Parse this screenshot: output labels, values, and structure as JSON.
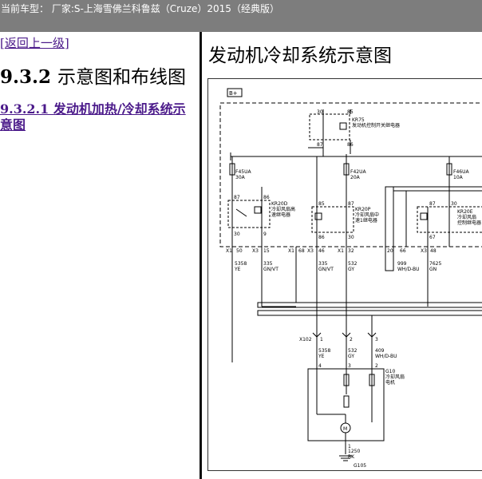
{
  "header": {
    "vehicle_text": "当前车型： 厂家:S-上海雪佛兰科鲁兹（Cruze）2015（经典版）"
  },
  "nav": {
    "bracket_open": "[",
    "back_label": "返回上一级",
    "bracket_close": "]"
  },
  "section": {
    "number": "9.3.2",
    "title": "示意图和布线图",
    "subsection_link": "9.3.2.1 发动机加热/冷却系统示意图"
  },
  "content": {
    "title": "发动机冷却系统示意图"
  },
  "diagram": {
    "battery_label": "B+",
    "relays": {
      "kr75": {
        "id": "KR75",
        "name_line1": "发动机控制开关继电器",
        "pins": [
          "30",
          "85",
          "87",
          "86"
        ]
      },
      "kr20d": {
        "id": "KR20D",
        "name_line1": "冷却风扇高",
        "name_line2": "速继电器",
        "pins": [
          "87",
          "86",
          "30",
          "9"
        ]
      },
      "kr20p": {
        "id": "KR20P",
        "name_line1": "冷却风扇中",
        "name_line2": "速1继电器",
        "pins": [
          "85",
          "87",
          "86",
          "30"
        ]
      },
      "kr20e": {
        "id": "KR20E",
        "name_line1": "冷却风扇",
        "name_line2": "控制继电器",
        "pins": [
          "87",
          "30",
          "67"
        ]
      }
    },
    "fuses": {
      "f45ua": {
        "id": "F45UA",
        "rating": "30A"
      },
      "f42ua": {
        "id": "F42UA",
        "rating": "20A"
      },
      "f46ua": {
        "id": "F46UA",
        "rating": "10A"
      }
    },
    "connector_pins": {
      "labels": [
        "X1",
        "50",
        "X3",
        "15",
        "X1",
        "68",
        "X3",
        "46",
        "X1",
        "32",
        "20",
        "66",
        "X3",
        "48"
      ]
    },
    "wires": {
      "w5358a": {
        "circuit": "5358",
        "color": "YE"
      },
      "w335a": {
        "circuit": "335",
        "color": "GN/VT"
      },
      "w335b": {
        "circuit": "335",
        "color": "GN/VT"
      },
      "w532a": {
        "circuit": "532",
        "color": "GY"
      },
      "w999": {
        "circuit": "999",
        "color": "WH/D-BU"
      },
      "w7625": {
        "circuit": "7625",
        "color": "GN"
      },
      "w5358b": {
        "circuit": "5358",
        "color": "YE"
      },
      "w532b": {
        "circuit": "532",
        "color": "GY"
      },
      "w409": {
        "circuit": "409",
        "color": "WH/D-BU"
      },
      "w1250": {
        "circuit": "1250",
        "color": "BK"
      }
    },
    "x102": {
      "id": "X102",
      "pins": [
        "1",
        "2",
        "3"
      ]
    },
    "motor": {
      "id": "G10",
      "name_line1": "冷却风扇",
      "name_line2": "电机",
      "pins": [
        "4",
        "3",
        "2",
        "1"
      ],
      "symbol": "M"
    },
    "ground": {
      "id": "G105"
    }
  }
}
